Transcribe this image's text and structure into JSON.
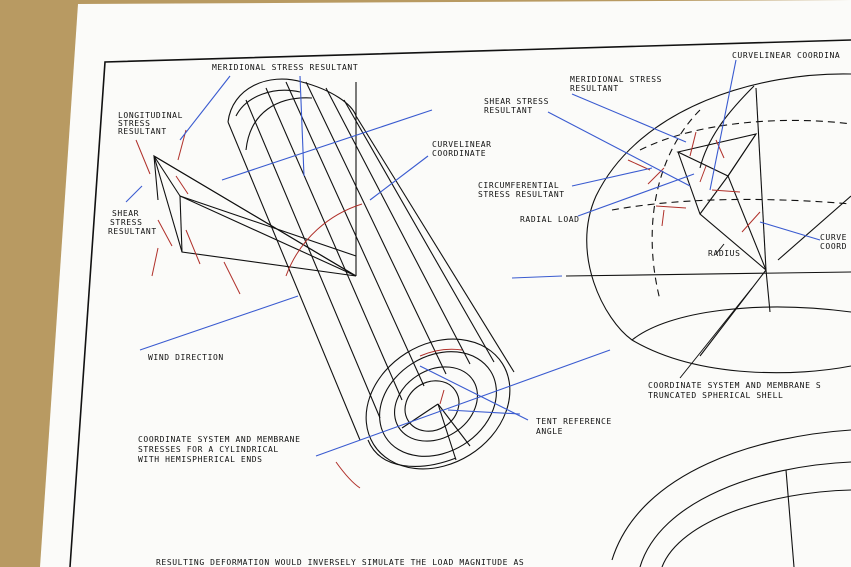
{
  "colors": {
    "background": "#b89a62",
    "paper": "#fbfbf9",
    "ink": "#111111",
    "blue_leader": "#3a5bd0",
    "red_arrow": "#b0302a"
  },
  "labels": {
    "meridional_stress_resultant": "MERIDIONAL STRESS RESULTANT",
    "longitudinal_1": "LONGITUDINAL",
    "longitudinal_2": "STRESS",
    "longitudinal_3": "RESULTANT",
    "shear_left_1": "SHEAR",
    "shear_left_2": "STRESS",
    "shear_left_3": "RESULTANT",
    "curvelinear_left_1": "CURVELINEAR",
    "curvelinear_left_2": "COORDINATE",
    "wind_direction": "WIND DIRECTION",
    "tent_reference_1": "TENT REFERENCE",
    "tent_reference_2": "ANGLE",
    "caption_cyl_1": "COORDINATE SYSTEM AND MEMBRANE",
    "caption_cyl_2": "STRESSES FOR A CYLINDRICAL",
    "caption_cyl_3": "WITH HEMISPHERICAL ENDS",
    "curvelinear_top_right": "CURVELINEAR COORDINA",
    "meridional_right_1": "MERIDIONAL STRESS",
    "meridional_right_2": "RESULTANT",
    "shear_right_1": "SHEAR STRESS",
    "shear_right_2": "RESULTANT",
    "circumferential_1": "CIRCUMFERENTIAL",
    "circumferential_2": "STRESS RESULTANT",
    "radial_load": "RADIAL LOAD",
    "radius": "RADIUS",
    "curve_right_1": "CURVE",
    "curve_right_2": "COORD",
    "caption_sphere_1": "COORDINATE SYSTEM AND MEMBRANE S",
    "caption_sphere_2": "TRUNCATED SPHERICAL SHELL",
    "bottom_text": "RESULTING DEFORMATION WOULD INVERSELY SIMULATE THE LOAD MAGNITUDE AS"
  }
}
